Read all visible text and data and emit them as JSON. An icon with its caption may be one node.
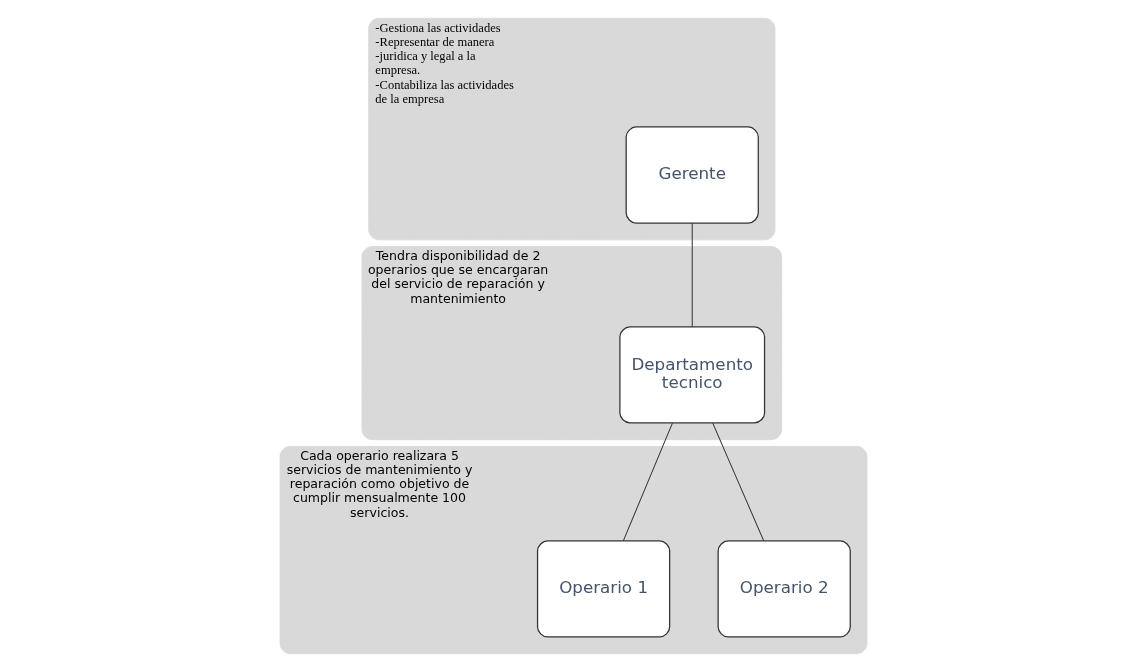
{
  "diagram": {
    "nodes": [
      {
        "text": [
          "-Gestiona las actividades",
          "-Representar de manera",
          "-juridica y legal a la empresa.",
          "-Contabiliza las actividades de la empresa"
        ]
      },
      {
        "text": [
          "Gerente"
        ],
        "in": 0
      },
      {
        "text": [
          "Tendra disponibilidad de 2 operarios que se encargaran del servicio de reparación y mantenimiento"
        ]
      },
      {
        "text": [
          "Departamento tecnico"
        ],
        "in": 2
      },
      {
        "text": [
          "Cada operario realizara 5 servicios de mantenimiento y reparación como objetivo de cumplir mensualmente 100 servicios."
        ]
      },
      {
        "text": [
          "Operario 1"
        ],
        "in": 4
      },
      {
        "text": [
          "Operario 2"
        ],
        "in": 4
      }
    ],
    "edges": [
      {
        "from": 1,
        "to": 3,
        "arrow": "none"
      },
      {
        "from": 3,
        "to": 5,
        "arrow": "none"
      },
      {
        "from": 3,
        "to": 6,
        "arrow": "none"
      }
    ]
  }
}
